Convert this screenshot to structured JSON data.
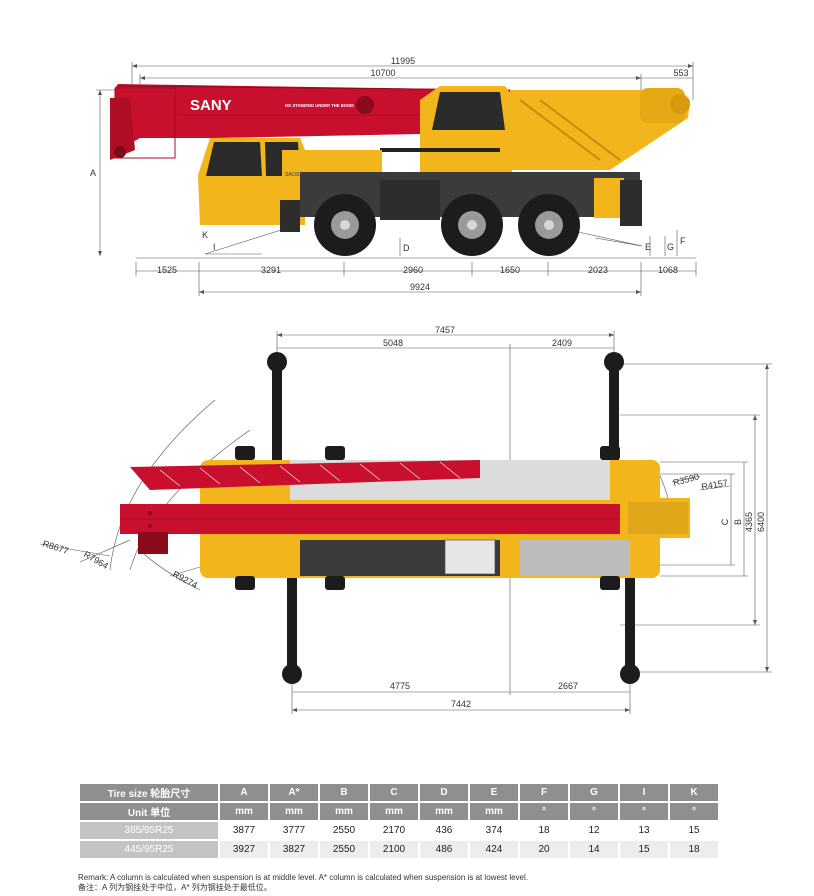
{
  "brand": {
    "name": "SANY",
    "boom_warning": "NO STANDING UNDER THE BOOM",
    "model": "SAC600E"
  },
  "side_view": {
    "overall_length": "11995",
    "boom_length": "10700",
    "front_overhang": "553",
    "axle_dims": [
      "1525",
      "3291",
      "2960",
      "1650",
      "2023",
      "1068"
    ],
    "total_length": "9924",
    "letters": {
      "A": "A",
      "K": "K",
      "I": "I",
      "D": "D",
      "E": "E",
      "G": "G",
      "F": "F"
    }
  },
  "top_view": {
    "outrigger_span_top": "7457",
    "front_part_top": "5048",
    "rear_part_top": "2409",
    "outrigger_span_bottom": "7442",
    "front_part_bottom": "4775",
    "rear_part_bottom": "2667",
    "width_C": "C",
    "width_B": "B",
    "width_4365": "4365",
    "width_6400": "6400",
    "radii": {
      "r1": "R8677",
      "r2": "R7964",
      "r3": "R9274",
      "r4": "R3590",
      "r5": "R4157"
    }
  },
  "specs": {
    "header_label": "Tire size 轮胎尺寸",
    "unit_label": "Unit 单位",
    "columns": [
      "A",
      "A*",
      "B",
      "C",
      "D",
      "E",
      "F",
      "G",
      "I",
      "K"
    ],
    "units": [
      "mm",
      "mm",
      "mm",
      "mm",
      "mm",
      "mm",
      "°",
      "°",
      "°",
      "°"
    ],
    "rows": [
      {
        "tire": "385/95R25",
        "values": [
          "3877",
          "3777",
          "2550",
          "2170",
          "436",
          "374",
          "18",
          "12",
          "13",
          "15"
        ]
      },
      {
        "tire": "445/95R25",
        "values": [
          "3927",
          "3827",
          "2550",
          "2100",
          "486",
          "424",
          "20",
          "14",
          "15",
          "18"
        ]
      }
    ]
  },
  "notes": {
    "en": "Remark: A column is calculated when suspension is at middle level. A* column is calculated when suspension is at lowest level.",
    "cn": "备注：A 列为钢挂处于中位，A* 列为钢挂处于最低位。"
  },
  "colors": {
    "sany_red": "#c8102e",
    "sany_yellow": "#f2b51c",
    "chassis": "#333333",
    "tire": "#1c1c1c"
  }
}
